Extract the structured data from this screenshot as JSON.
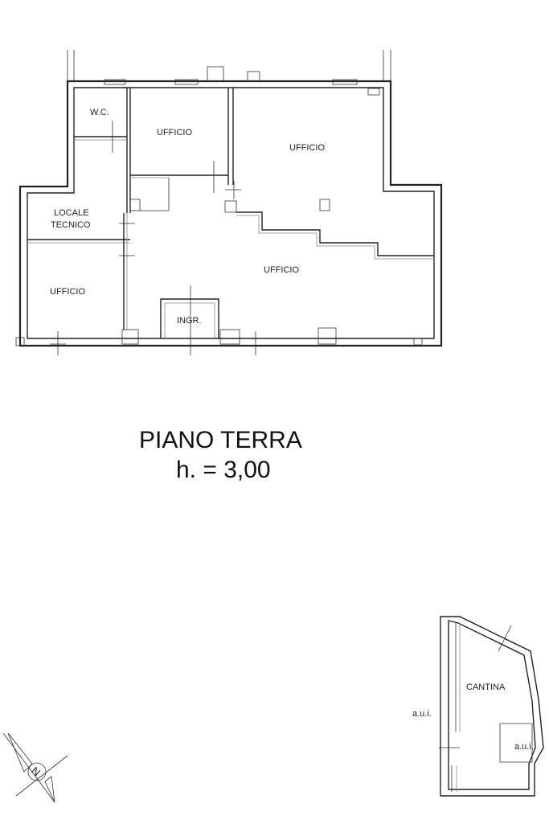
{
  "rooms": {
    "wc": "W.C.",
    "ufficio_1": "UFFICIO",
    "ufficio_2": "UFFICIO",
    "locale_tecnico_1": "LOCALE",
    "locale_tecnico_2": "TECNICO",
    "ufficio_3": "UFFICIO",
    "ufficio_4": "UFFICIO",
    "ingresso": "INGR."
  },
  "floor": {
    "name": "PIANO TERRA",
    "height": "h. = 3,00"
  },
  "cellar": {
    "cantina": "CANTINA",
    "aui_left": "a.u.i.",
    "aui_right": "a.u.i."
  },
  "compass": {
    "north_label": "N",
    "icon": "north-arrow-icon"
  }
}
